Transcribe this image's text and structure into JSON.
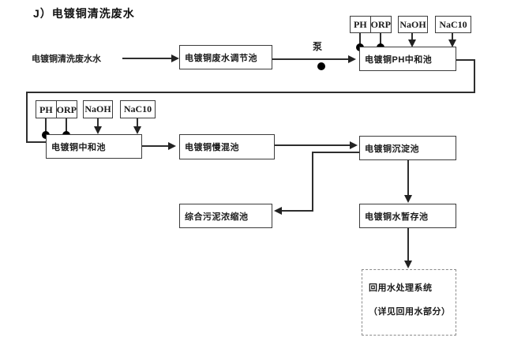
{
  "title": "J）电镀铜清洗废水",
  "flow": {
    "source_label": "电镀铜清洗废水水",
    "pump_label": "泵",
    "adjust_tank": "电镀铜废水调节池",
    "ph_neutralize_tank": "电镀铜PH中和池",
    "neutralize_tank": "电镀铜中和池",
    "slow_mix_tank": "电镀铜慢混池",
    "sedimentation_tank": "电镀铜沉淀池",
    "sludge_thickening_tank": "综合污泥浓缩池",
    "water_storage_tank": "电镀铜水暂存池",
    "reuse_system_line1": "回用水处理系统",
    "reuse_system_line2": "（详见回用水部分）"
  },
  "dosing": {
    "ph": "PH",
    "orp": "ORP",
    "naoh": "NaOH",
    "naclo": "NaC10"
  },
  "colors": {
    "line": "#2e2e2e",
    "box_border": "#3c3c3c",
    "text": "#111111",
    "background": "#ffffff"
  }
}
